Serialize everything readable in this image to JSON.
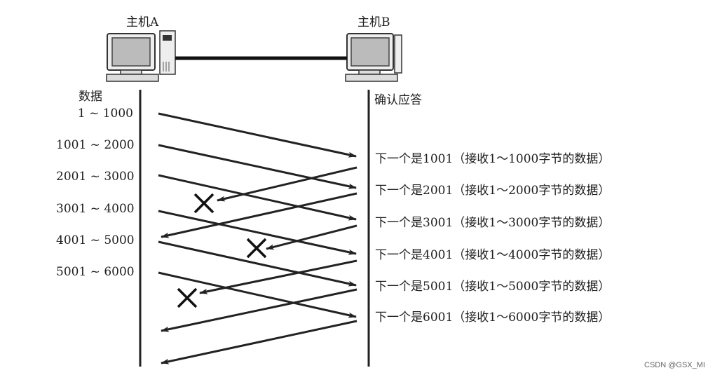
{
  "host_a": {
    "label": "主机A",
    "column_label": "数据"
  },
  "host_b": {
    "label": "主机B",
    "column_label": "确认应答"
  },
  "data_segments": [
    {
      "label": "1 ~ 1000"
    },
    {
      "label": "1001 ~ 2000"
    },
    {
      "label": "2001 ~ 3000"
    },
    {
      "label": "3001 ~ 4000"
    },
    {
      "label": "4001 ~ 5000"
    },
    {
      "label": "5001 ~ 6000"
    }
  ],
  "acks": [
    {
      "label": "下一个是1001（接收1～1000字节的数据）",
      "lost": true
    },
    {
      "label": "下一个是2001（接收1～2000字节的数据）",
      "lost": false
    },
    {
      "label": "下一个是3001（接收1～3000字节的数据）",
      "lost": true
    },
    {
      "label": "下一个是4001（接收1～4000字节的数据）",
      "lost": true
    },
    {
      "label": "下一个是5001（接收1～5000字节的数据）",
      "lost": false
    },
    {
      "label": "下一个是6001（接收1～6000字节的数据）",
      "lost": false
    }
  ],
  "watermark": "CSDN @GSX_MI"
}
